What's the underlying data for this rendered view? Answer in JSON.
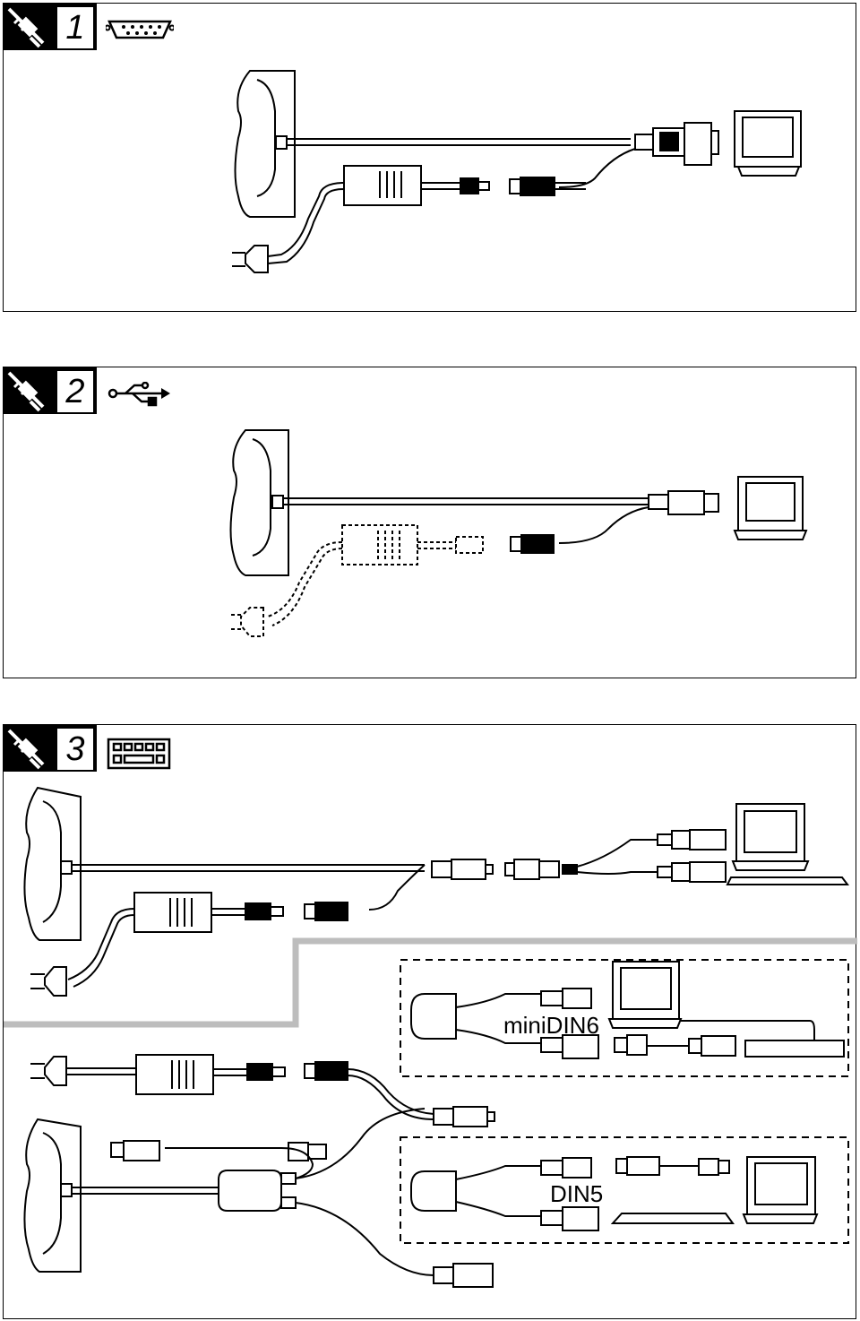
{
  "panels": [
    {
      "number": "1",
      "interface_icon": "serial-port-icon"
    },
    {
      "number": "2",
      "interface_icon": "usb-icon"
    },
    {
      "number": "3",
      "interface_icon": "keyboard-icon"
    }
  ],
  "labels": {
    "minidin": "miniDIN6",
    "din": "DIN5"
  },
  "icons": [
    "power-plug-crossed-icon",
    "serial-port-icon",
    "usb-icon",
    "keyboard-icon",
    "monitor-icon",
    "cradle-icon",
    "power-adapter-icon",
    "mains-plug-icon"
  ],
  "colors": {
    "line": "#000000",
    "divider": "#bdbdbd",
    "background": "#ffffff"
  }
}
